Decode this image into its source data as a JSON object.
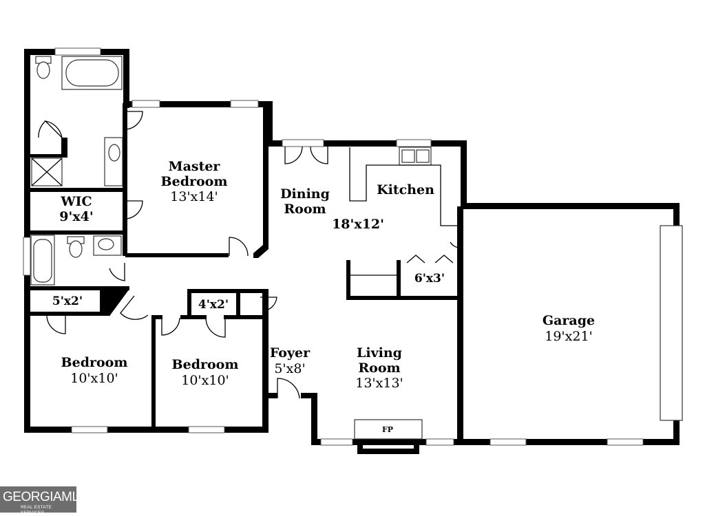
{
  "rooms": {
    "master": {
      "name_line1": "Master",
      "name_line2": "Bedroom",
      "dim": "13'x14'"
    },
    "wic": {
      "name": "WIC",
      "dim": "9'x4'"
    },
    "dining": {
      "name_line1": "Dining",
      "name_line2": "Room"
    },
    "kitchen": {
      "name": "Kitchen",
      "dim": "18'x12'"
    },
    "pantry": {
      "dim": "6'x3'"
    },
    "garage": {
      "name": "Garage",
      "dim": "19'x21'"
    },
    "closet_5x2": {
      "dim": "5'x2'"
    },
    "closet_4x2": {
      "dim": "4'x2'"
    },
    "bedroom_left": {
      "name": "Bedroom",
      "dim": "10'x10'"
    },
    "bedroom_mid": {
      "name": "Bedroom",
      "dim": "10'x10'"
    },
    "foyer": {
      "name": "Foyer",
      "dim": "5'x8'"
    },
    "living": {
      "name_line1": "Living",
      "name_line2": "Room",
      "dim": "13'x13'"
    },
    "fireplace": {
      "label": "FP"
    }
  },
  "logo": {
    "line1": "GEORGIAMLS",
    "line2": "REAL ESTATE SERVICES"
  }
}
